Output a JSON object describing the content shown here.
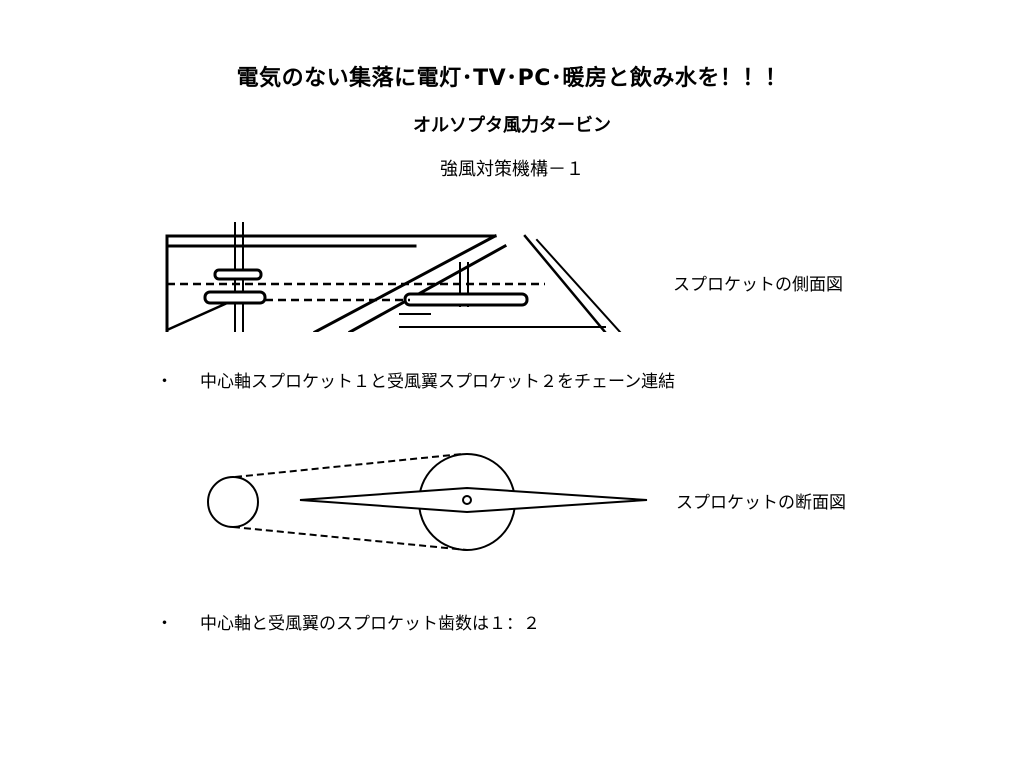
{
  "slide": {
    "title": "電気のない集落に電灯･TV･PC･暖房と飲み水を！！！",
    "subtitle": "オルソプタ風力タービン",
    "section_title": "強風対策機構－１",
    "figures": {
      "side_view_caption": "スプロケットの側面図",
      "cross_section_caption": "スプロケットの断面図"
    },
    "bullets": [
      {
        "marker": "・",
        "text": "中心軸スプロケット１と受風翼スプロケット２をチェーン連結"
      },
      {
        "marker": "・",
        "text": "中心軸と受風翼のスプロケット歯数は１：２"
      }
    ]
  }
}
